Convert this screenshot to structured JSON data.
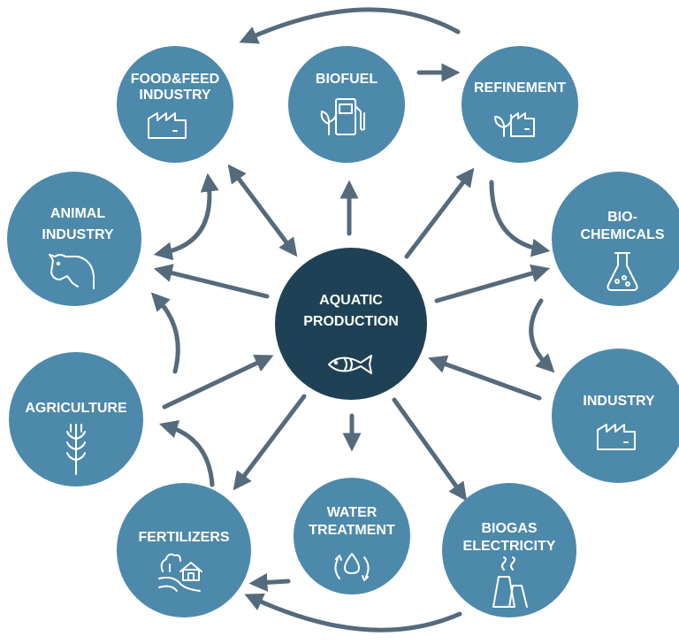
{
  "colors": {
    "node_fill": "#4d89aa",
    "center_fill": "#1f4155",
    "arrow": "#556b7c",
    "text": "#ffffff"
  },
  "center": {
    "lines": [
      "AQUATIC",
      "PRODUCTION"
    ],
    "icon": "fish-icon"
  },
  "nodes": [
    {
      "id": "food-feed-industry",
      "lines": [
        "FOOD&FEED",
        "INDUSTRY"
      ],
      "icon": "factory-icon"
    },
    {
      "id": "biofuel",
      "lines": [
        "BIOFUEL"
      ],
      "icon": "fuel-pump-icon"
    },
    {
      "id": "refinement",
      "lines": [
        "REFINEMENT"
      ],
      "icon": "plant-factory-icon"
    },
    {
      "id": "animal-industry",
      "lines": [
        "ANIMAL",
        "INDUSTRY"
      ],
      "icon": "cow-icon"
    },
    {
      "id": "bio-chemicals",
      "lines": [
        "BIO-",
        "CHEMICALS"
      ],
      "icon": "flask-icon"
    },
    {
      "id": "agriculture",
      "lines": [
        "AGRICULTURE"
      ],
      "icon": "wheat-icon"
    },
    {
      "id": "industry",
      "lines": [
        "INDUSTRY"
      ],
      "icon": "factory-icon"
    },
    {
      "id": "fertilizers",
      "lines": [
        "FERTILIZERS"
      ],
      "icon": "farm-house-icon"
    },
    {
      "id": "water-treatment",
      "lines": [
        "WATER",
        "TREATMENT"
      ],
      "icon": "water-cycle-icon"
    },
    {
      "id": "biogas-electricity",
      "lines": [
        "BIOGAS",
        "ELECTRICITY"
      ],
      "icon": "power-plant-icon"
    }
  ]
}
